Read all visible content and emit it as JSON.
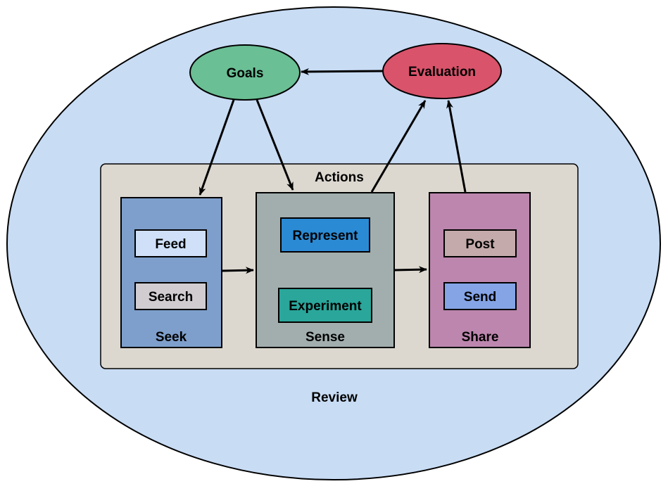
{
  "diagram": {
    "outer_label": "Review",
    "actions_label": "Actions",
    "goals": "Goals",
    "evaluation": "Evaluation",
    "stages": {
      "seek": {
        "label": "Seek",
        "items": [
          "Feed",
          "Search"
        ]
      },
      "sense": {
        "label": "Sense",
        "items": [
          "Represent",
          "Experiment"
        ]
      },
      "share": {
        "label": "Share",
        "items": [
          "Post",
          "Send"
        ]
      }
    }
  },
  "colors": {
    "review": "#c8dcf4",
    "actions": "#dcd8d0",
    "goals": "#6abf94",
    "evaluation": "#d9536b",
    "seek": "#7e9fcc",
    "sense": "#a2aeae",
    "share": "#bc86ae",
    "feed": "#cfe0f8",
    "search": "#d0ccd0",
    "represent": "#2b8ad4",
    "experiment": "#2aa69a",
    "post": "#c4aaaa",
    "send": "#84a4e6"
  }
}
